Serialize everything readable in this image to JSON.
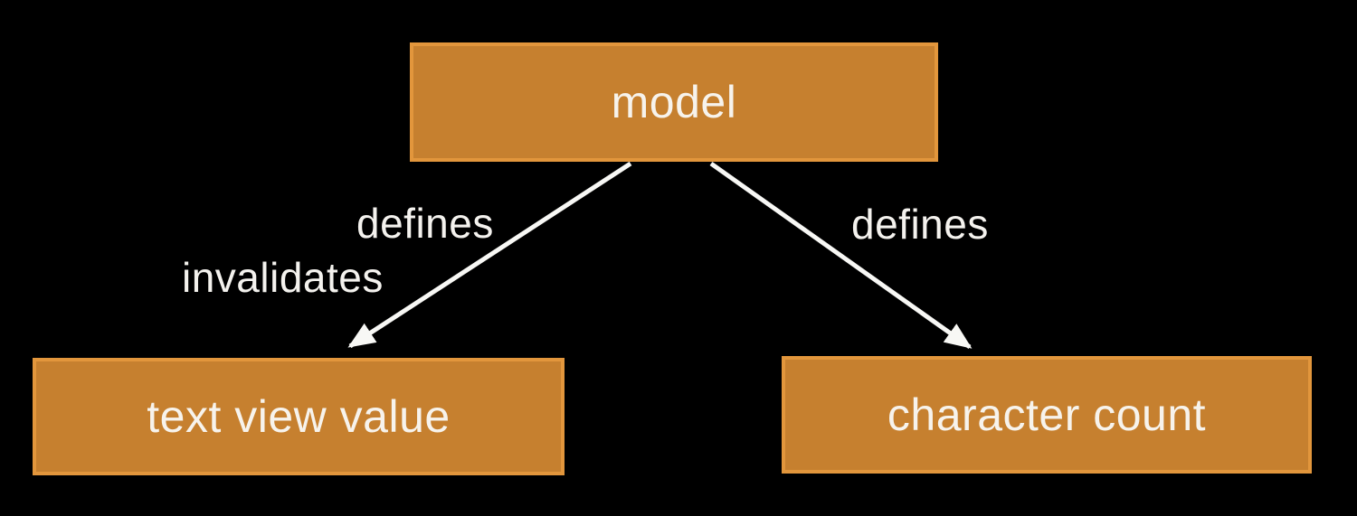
{
  "diagram": {
    "colors": {
      "background": "#000000",
      "node_fill": "#c6802f",
      "node_border": "#e2963c",
      "node_text": "#f7f3ec",
      "label_text": "#f4f2ee",
      "arrow": "#f8f8f5"
    },
    "nodes": {
      "model": {
        "label": "model"
      },
      "text_view_value": {
        "label": "text view value"
      },
      "character_count": {
        "label": "character count"
      }
    },
    "edges": {
      "model_to_text_view_value": {
        "labels": {
          "defines": "defines",
          "invalidates": "invalidates"
        }
      },
      "model_to_character_count": {
        "labels": {
          "defines": "defines"
        }
      }
    }
  }
}
